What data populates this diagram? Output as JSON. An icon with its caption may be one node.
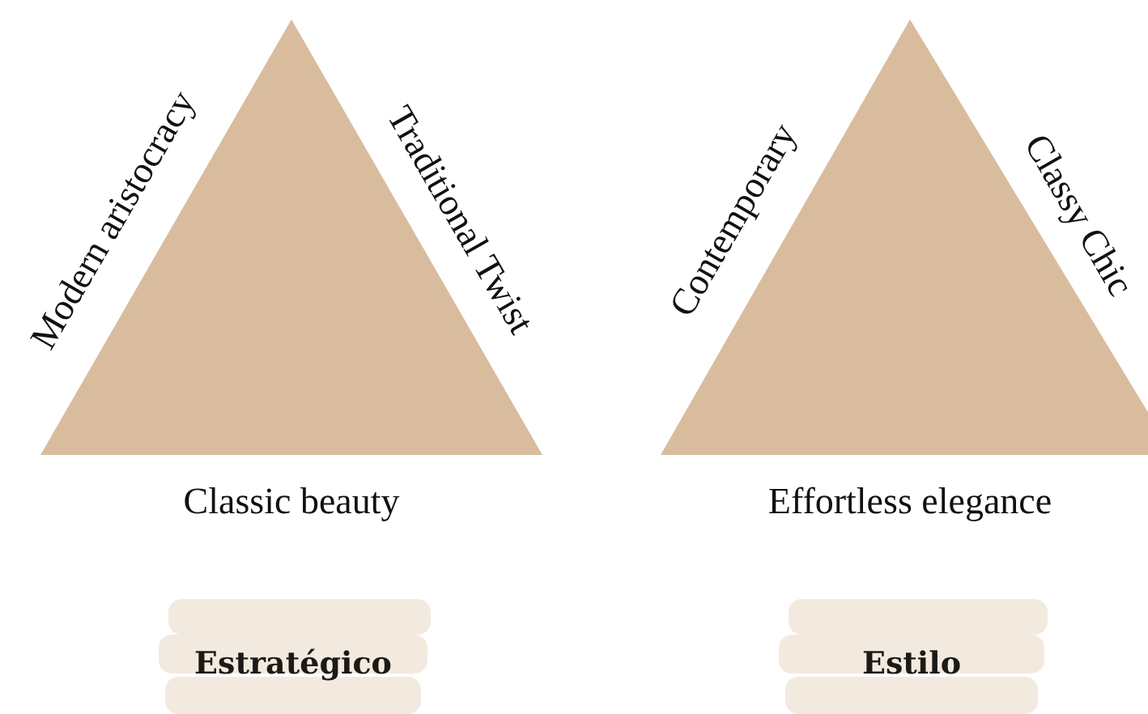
{
  "diagram": {
    "nodes": [
      {
        "text": [
          "Modern aristocracy",
          "Traditional Twist",
          "Classic beauty"
        ]
      },
      {
        "text": [
          "Contemporary",
          "Classy Chic",
          "Effortless elegance"
        ]
      },
      {
        "text": [
          "Estratégico"
        ]
      },
      {
        "text": [
          "Estilo"
        ]
      }
    ]
  }
}
